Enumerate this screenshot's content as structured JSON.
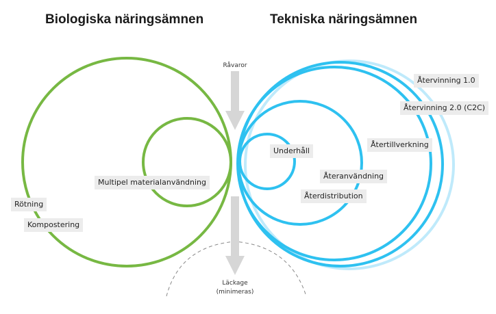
{
  "headings": {
    "biological": "Biologiska näringsämnen",
    "technical": "Tekniska näringsämnen"
  },
  "inputs": {
    "raw_materials": "Råvaror"
  },
  "outputs": {
    "leakage": "Läckage",
    "leakage_note": "(minimeras)"
  },
  "biological_labels": {
    "multiple_use": "Multipel materialanvändning",
    "rotting": "Rötning",
    "composting": "Kompostering"
  },
  "technical_labels": {
    "recycling_1": "Återvinning 1.0",
    "recycling_2": "Återvinning 2.0 (C2C)",
    "remanufacturing": "Återtillverkning",
    "maintenance": "Underhåll",
    "reuse": "Återanvändning",
    "redistribution": "Återdistribution"
  },
  "colors": {
    "biological": "#77b843",
    "technical": "#2ec1f0",
    "technical_light": "#bfeafb",
    "arrow": "#d6d6d6",
    "dashed": "#888888"
  }
}
